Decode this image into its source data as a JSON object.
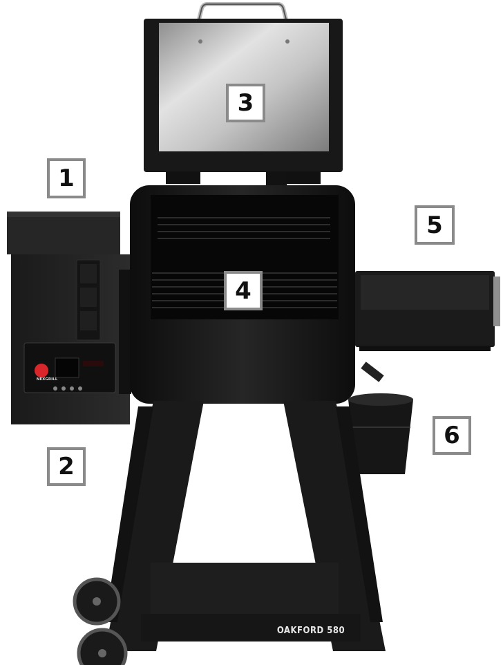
{
  "callouts": [
    {
      "id": "1",
      "label": "1"
    },
    {
      "id": "2",
      "label": "2"
    },
    {
      "id": "3",
      "label": "3"
    },
    {
      "id": "4",
      "label": "4"
    },
    {
      "id": "5",
      "label": "5"
    },
    {
      "id": "6",
      "label": "6"
    }
  ],
  "model_label": "OAKFORD 580",
  "brand_label": "NEXGRILL",
  "colors": {
    "body": "#1c1c1c",
    "body_dark": "#0f0f0f",
    "steel": "#c9c9c9",
    "callout_border": "#8a8a8a",
    "power_button": "#d8262b"
  }
}
